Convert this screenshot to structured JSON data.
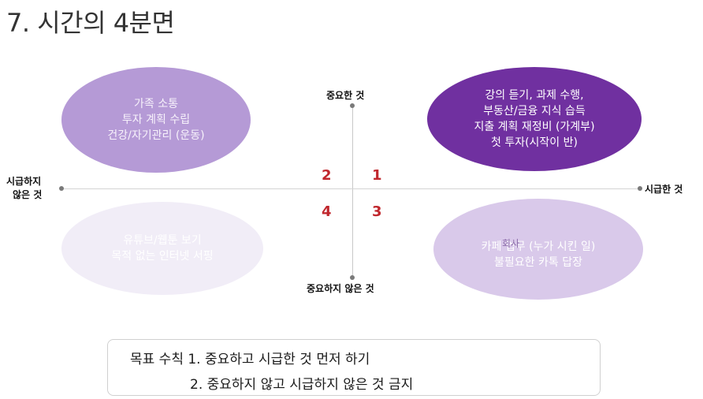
{
  "title": "7. 시간의 4분면",
  "axes": {
    "top": "중요한 것",
    "bottom": "중요하지 않은 것",
    "left_line1": "시급하지",
    "left_line2": "않은 것",
    "right": "시급한 것"
  },
  "quadrant_numbers": {
    "q2": "2",
    "q1": "1",
    "q4": "4",
    "q3": "3"
  },
  "quadrants": {
    "q2": [
      "가족 소통",
      "투자 계획 수립",
      "건강/자기관리 (운동)"
    ],
    "q1": [
      "강의 듣기, 과제 수행,",
      "부동산/금융 지식 습득",
      "지출 계획 재정비 (가계부)",
      "첫 투자(시작이 반)"
    ],
    "q4": [
      "유튜브/웹툰 보기",
      "목적 없는 인터넷 서핑"
    ],
    "q3_tag": "회사",
    "q3": [
      "카페 업무 (누가 시킨 일)",
      "불필요한 카톡 답장"
    ]
  },
  "goal": {
    "line1": "목표 수칙 1. 중요하고 시급한 것 먼저 하기",
    "line2": "2. 중요하지 않고 시급하지 않은 것 금지"
  },
  "colors": {
    "q2_fill": "#b59ad6",
    "q1_fill": "#7030a0",
    "q4_fill": "#f1edf7",
    "q3_fill": "#d9c9ea",
    "number_red": "#c0272d"
  }
}
